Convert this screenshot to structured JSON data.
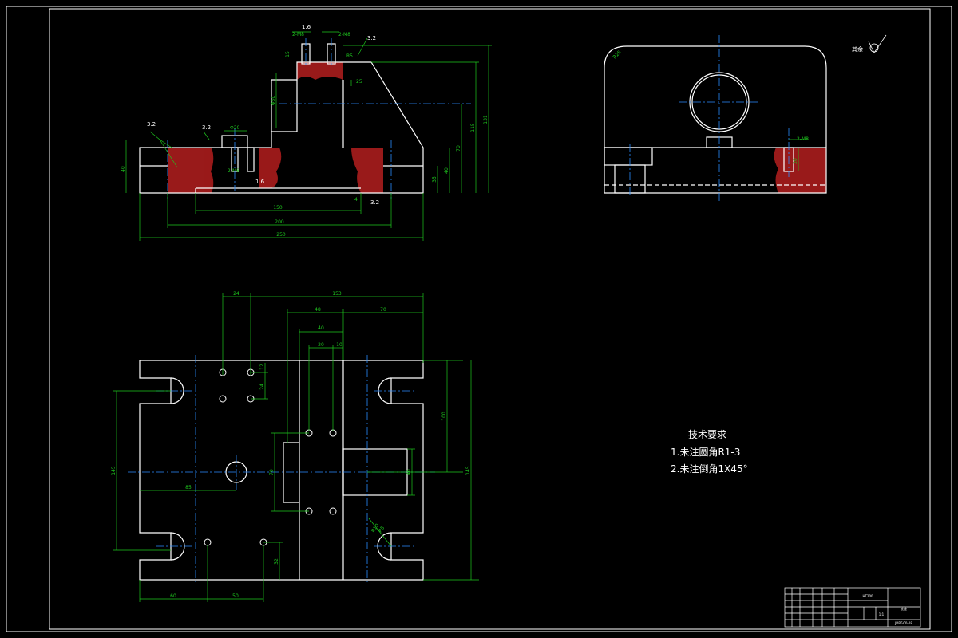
{
  "colors": {
    "background": "#000000",
    "outline": "#ffffff",
    "dimension": "#1ec81e",
    "centerline": "#2a8cff",
    "hatch": "#b41e1e",
    "hidden": "#ffff00"
  },
  "front_view": {
    "dims": {
      "d150": "150",
      "d200": "200",
      "d250": "250",
      "d40_left": "40",
      "d40_right": "40",
      "d35": "35",
      "d70": "70",
      "d115": "115",
      "d131": "131",
      "d25": "25",
      "phi50": "Φ50",
      "phi20": "Φ20",
      "r5": "R5",
      "m8_a": "2-M8",
      "m8_b": "2-M8",
      "m6": "2-M6",
      "d15": "15",
      "d4": "4"
    },
    "rough": {
      "r32a": "3.2",
      "r32b": "3.2",
      "r32c": "3.2",
      "r32d": "3.2",
      "r16a": "1.6",
      "r16b": "1.6"
    }
  },
  "side_view": {
    "dims": {
      "r25": "R25",
      "m8": "2-M8",
      "d20": "20"
    },
    "corner_note": "其余"
  },
  "top_view": {
    "dims": {
      "d153": "153",
      "d48": "48",
      "d70": "70",
      "d40": "40",
      "d20": "20",
      "d10": "10",
      "p24a": "24",
      "p24b": "24",
      "d12": "12",
      "d100": "100",
      "d145l": "145",
      "d145r": "145",
      "d85": "85",
      "d70v": "70",
      "d40v": "40",
      "d32": "32",
      "d60": "60",
      "d50": "50",
      "r10": "R10",
      "r5": "R5"
    }
  },
  "tech": {
    "title": "技术要求",
    "line1": "1.未注圆角R1-3",
    "line2": "2.未注倒角1X45°"
  },
  "title_block": {
    "part": "底座",
    "drawing_no": "JDPT-00-08",
    "material": "HT200",
    "scale": "1:1"
  }
}
